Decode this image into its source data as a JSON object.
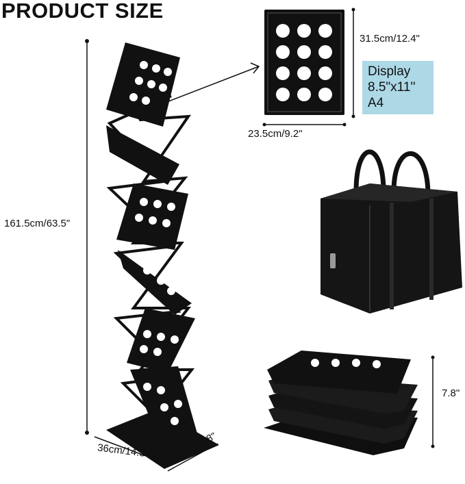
{
  "title": "PRODUCT SIZE",
  "dimensions": {
    "total_height": "161.5cm/63.5\"",
    "panel_height": "31.5cm/12.4\"",
    "panel_width": "23.5cm/9.2\"",
    "base_width": "36cm/14.3\"",
    "base_depth": "27cm/10.8\"",
    "folded_height": "7.8\""
  },
  "display_info": {
    "line1": "Display",
    "line2": "8.5\"x11''",
    "line3": "A4"
  },
  "colors": {
    "accent_box": "#add8e6",
    "product": "#111111"
  },
  "icons": [
    "brochure-stand-image",
    "single-panel-image",
    "carry-bag-image",
    "folded-stand-image"
  ]
}
